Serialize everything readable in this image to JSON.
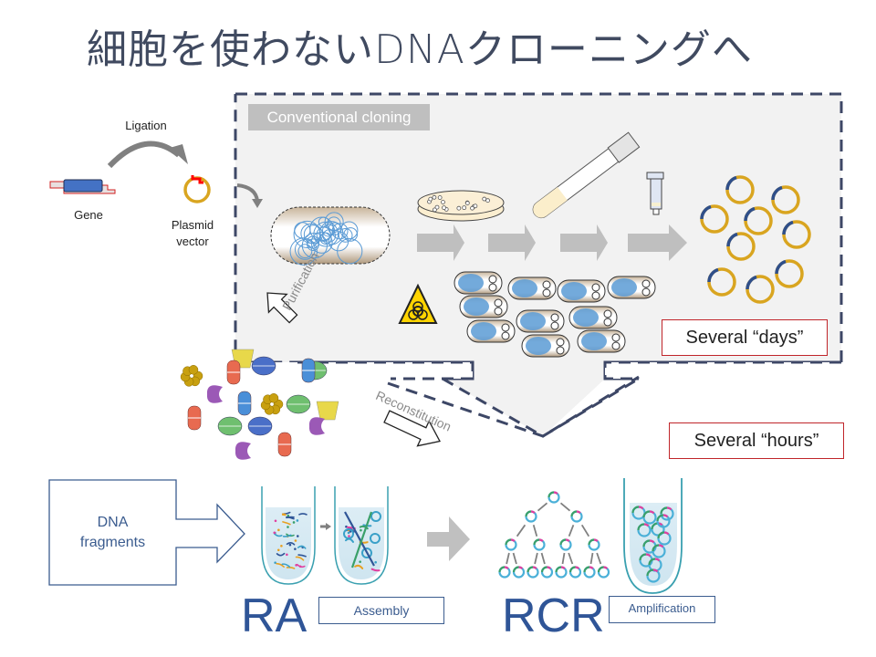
{
  "title": "細胞を使わないDNAクローニングへ",
  "conventional": {
    "section_label": "Conventional cloning",
    "ligation_label": "Ligation",
    "gene_label": "Gene",
    "plasmid_label_line1": "Plasmid",
    "plasmid_label_line2": "vector",
    "purification_label": "Purification",
    "time_label": "Several “days”",
    "steps": [
      "cell-transformation",
      "plate-culture",
      "liquid-culture",
      "plasmid-purification-column",
      "plasmid-products"
    ]
  },
  "cell_free": {
    "reconstitution_label": "Reconstitution",
    "time_label": "Several “hours”",
    "dna_fragments_line1": "DNA",
    "dna_fragments_line2": "fragments",
    "ra_acronym": "RA",
    "ra_step_label": "Assembly",
    "rcr_acronym": "RCR",
    "rcr_step_label": "Amplification"
  },
  "colors": {
    "dashed_border": "#3d4766",
    "panel_fill": "#f2f2f2",
    "arrow_gray": "#bfbfbf",
    "time_box_border": "#c0252a",
    "acronym_blue": "#2f5597",
    "plasmid_gold": "#d9a520",
    "plasmid_marker": "#2f4f8a"
  }
}
